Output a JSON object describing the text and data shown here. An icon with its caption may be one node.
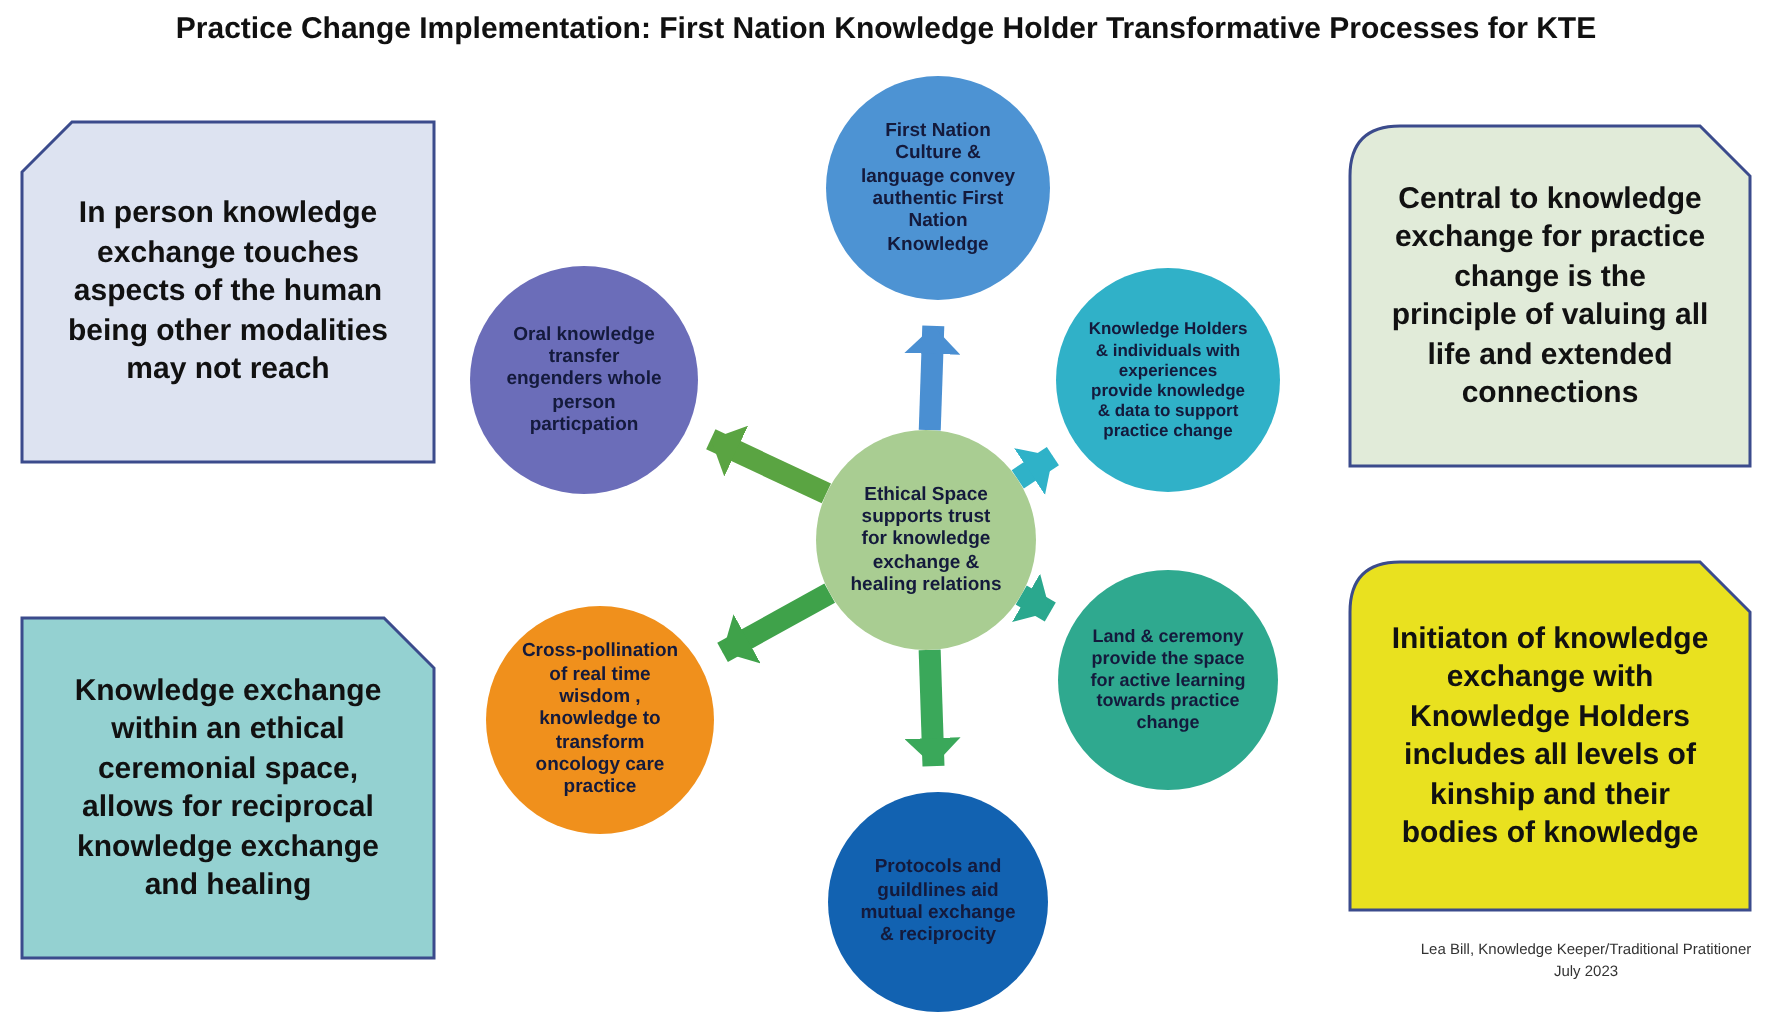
{
  "diagram": {
    "title": "Practice Change Implementation: First Nation Knowledge Holder Transformative Processes for KTE",
    "nodes": [
      {
        "text": [
          "In person knowledge exchange touches aspects of the human being other modalities may not reach"
        ]
      },
      {
        "text": [
          "First Nation Culture & language convey authentic First Nation Knowledge"
        ]
      },
      {
        "text": [
          "Central to knowledge exchange for practice change is the principle of valuing all life and extended connections"
        ]
      },
      {
        "text": [
          "Oral knowledge transfer engenders whole person particpation"
        ]
      },
      {
        "text": [
          "Knowledge Holders & individuals with experiences provide knowledge & data to support practice change"
        ]
      },
      {
        "text": [
          "Ethical Space supports trust for knowledge exchange & healing relations"
        ]
      },
      {
        "text": [
          "Cross-pollination of real time wisdom , knowledge to transform oncology care practice"
        ]
      },
      {
        "text": [
          "Land & ceremony provide the space for active learning towards practice change"
        ]
      },
      {
        "text": [
          "Initiaton of knowledge exchange with Knowledge Holders includes all levels of kinship and their bodies of knowledge"
        ]
      },
      {
        "text": [
          "Knowledge exchange within an ethical ceremonial space, allows for reciprocal knowledge exchange and healing"
        ]
      },
      {
        "text": [
          "Protocols and guildlines aid mutual exchange & reciprocity"
        ]
      }
    ],
    "edges": [
      {
        "from": 5,
        "to": 1,
        "arrow": "to",
        "color": "#4a8fd2"
      },
      {
        "from": 5,
        "to": 4,
        "arrow": "to",
        "color": "#2fb2c8"
      },
      {
        "from": 5,
        "to": 7,
        "arrow": "to",
        "color": "#2aa88e"
      },
      {
        "from": 5,
        "to": 10,
        "arrow": "to",
        "color": "#3aa85a"
      },
      {
        "from": 5,
        "to": 6,
        "arrow": "to",
        "color": "#3fa24a"
      },
      {
        "from": 5,
        "to": 3,
        "arrow": "to",
        "color": "#5aa442"
      }
    ],
    "labels": [
      "Lea Bill, Knowledge Keeper/Traditional Pratitioner",
      "July 2023"
    ]
  }
}
